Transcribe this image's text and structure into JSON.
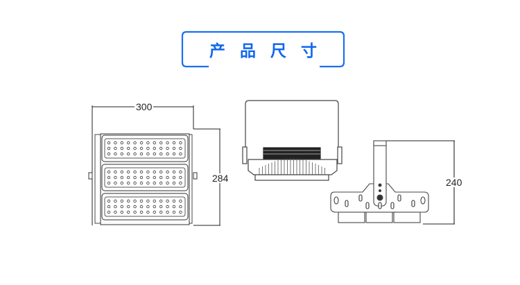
{
  "title": "产品尺寸",
  "accent_color": "#1166ee",
  "views": {
    "front": {
      "width_label": "300",
      "height_label": "284",
      "modules": 3,
      "led_columns": 12,
      "led_rows": 3
    },
    "side": {
      "name": "side-view"
    },
    "back": {
      "height_label": "240"
    }
  }
}
